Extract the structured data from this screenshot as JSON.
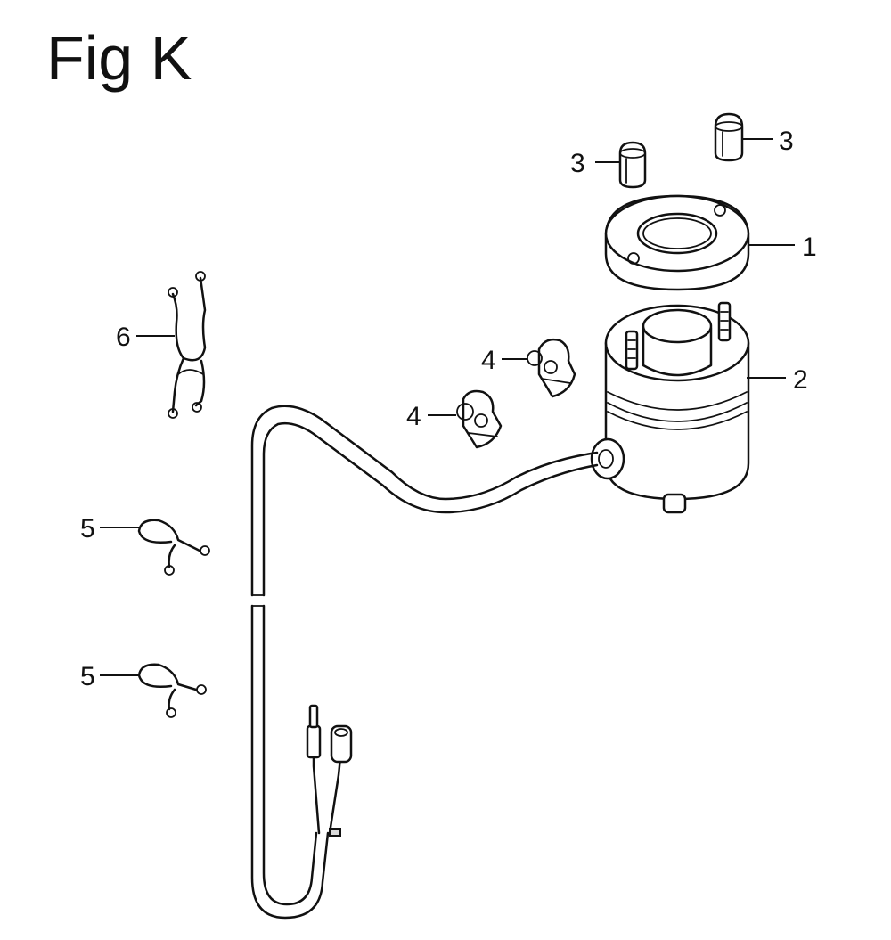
{
  "figure": {
    "title": "Fig K"
  },
  "callouts": {
    "part_1": "1",
    "part_2": "2",
    "part_3a": "3",
    "part_3b": "3",
    "part_4a": "4",
    "part_4b": "4",
    "part_5a": "5",
    "part_5b": "5",
    "part_6": "6"
  },
  "colors": {
    "line": "#111111",
    "background": "#ffffff"
  }
}
